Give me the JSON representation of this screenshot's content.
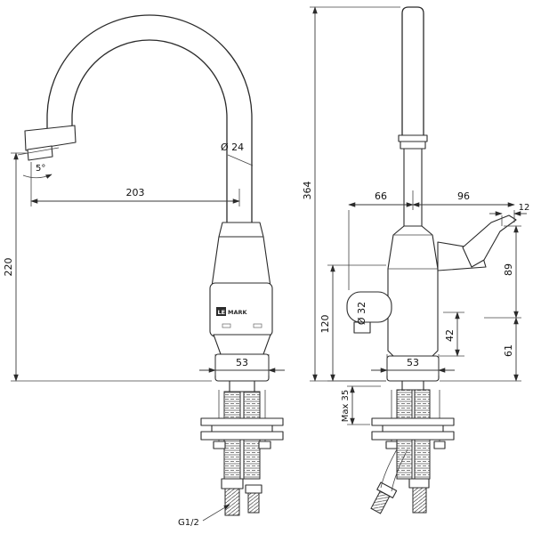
{
  "brand": {
    "le": "LE",
    "mark": "MARK"
  },
  "left_view": {
    "reach": "203",
    "height": "220",
    "base_width": "53",
    "spout_dia": "Ø 24",
    "angle": "5°",
    "thread": "G1/2"
  },
  "right_view": {
    "total_height": "364",
    "offset_left": "66",
    "handle_reach": "96",
    "lever_tip": "12",
    "lever_height": "89",
    "body_height": "120",
    "outlet_dia": "Ø 32",
    "outlet_height": "42",
    "base_to_handle": "61",
    "base_width": "53",
    "max_counter": "Max 35"
  }
}
